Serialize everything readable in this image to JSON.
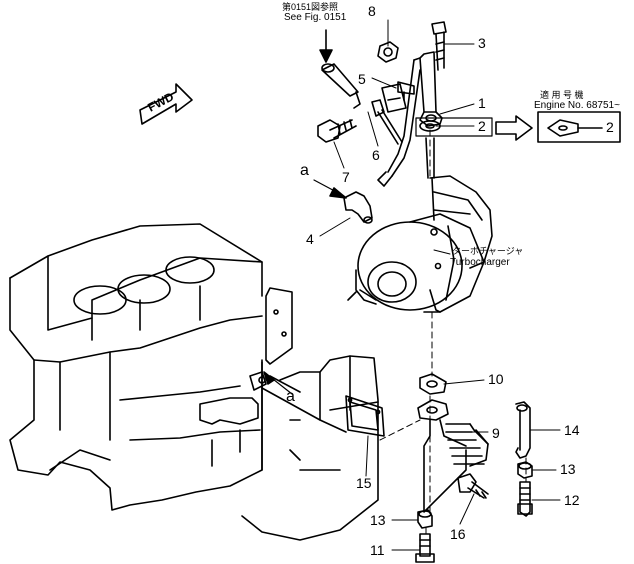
{
  "colors": {
    "ink": "#000000",
    "paper": "#ffffff"
  },
  "refs": {
    "see_fig_jp": "第0151図参照",
    "see_fig": "See Fig. 0151",
    "fwd": "FWD"
  },
  "serial": {
    "jp": "適 用 号 機",
    "engine_no": "Engine No. 68751~"
  },
  "turbo": {
    "jp": "ターボチャージャ",
    "en": "Turbocharger"
  },
  "callouts": {
    "p1": "1",
    "p2": "2",
    "p2b": "2",
    "p3": "3",
    "p4": "4",
    "p5": "5",
    "p6": "6",
    "p7": "7",
    "p8": "8",
    "p9": "9",
    "p10": "10",
    "p11": "11",
    "p12": "12",
    "p13a": "13",
    "p13b": "13",
    "p14": "14",
    "p15": "15",
    "p16": "16"
  },
  "connectors": {
    "a1": "a",
    "a2": "a"
  },
  "icons": [
    "fwd-arrow-icon",
    "right-arrow-icon"
  ]
}
